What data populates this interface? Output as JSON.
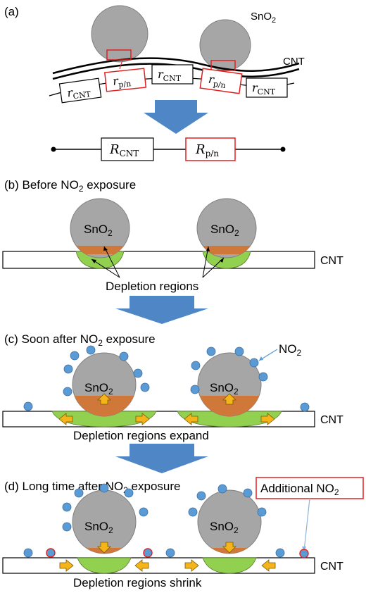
{
  "panel_a": {
    "label": "(a)",
    "sno2_label": "SnO",
    "sno2_sub": "2",
    "cnt_label": "CNT",
    "r_cnt_main": "r",
    "r_cnt_sub": "CNT",
    "r_pn_main": "r",
    "r_pn_sub": "p/n",
    "R_cnt_main": "R",
    "R_cnt_sub": "CNT",
    "R_pn_main": "R",
    "R_pn_sub": "p/n"
  },
  "panel_b": {
    "label_pre": "(b) Before NO",
    "label_sub": "2",
    "label_post": " exposure",
    "sno2_label": "SnO",
    "sno2_sub": "2",
    "cnt_label": "CNT",
    "depletion_label": "Depletion regions"
  },
  "panel_c": {
    "label_pre": "(c) Soon after NO",
    "label_sub": "2",
    "label_post": " exposure",
    "sno2_label": "SnO",
    "sno2_sub": "2",
    "no2_label": "NO",
    "no2_sub": "2",
    "cnt_label": "CNT",
    "depletion_label": "Depletion regions expand"
  },
  "panel_d": {
    "label_pre": "(d) Long time after NO",
    "label_sub": "2",
    "label_post": " exposure",
    "sno2_label": "SnO",
    "sno2_sub": "2",
    "additional_label": "Additional NO",
    "additional_sub": "2",
    "cnt_label": "CNT",
    "depletion_label": "Depletion regions shrink"
  },
  "colors": {
    "sphere": "#a6a6a6",
    "interface": "#d0773a",
    "depletion": "#92d050",
    "molecule": "#5b9bd5",
    "big_arrow": "#4f86c6",
    "small_arrow": "#f4b41a",
    "highlight_red": "#e02020"
  }
}
